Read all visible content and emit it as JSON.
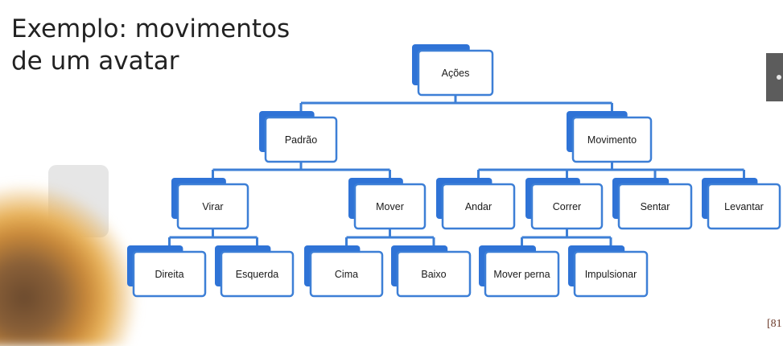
{
  "slide": {
    "title_lines": [
      "Exemplo: movimentos",
      "de um avatar"
    ],
    "page_ref": "[81"
  },
  "colors": {
    "node_border": "#3d7fd6",
    "node_shadow": "#2f73d6",
    "connector": "#3d7fd6"
  },
  "tree": {
    "label": "Ações",
    "children": [
      {
        "label": "Padrão",
        "children": [
          {
            "label": "Virar",
            "children": [
              {
                "label": "Direita"
              },
              {
                "label": "Esquerda"
              }
            ]
          },
          {
            "label": "Mover",
            "children": [
              {
                "label": "Cima"
              },
              {
                "label": "Baixo"
              }
            ]
          }
        ]
      },
      {
        "label": "Movimento",
        "children": [
          {
            "label": "Andar"
          },
          {
            "label": "Correr",
            "children": [
              {
                "label": "Mover perna"
              },
              {
                "label": "Impulsionar"
              }
            ]
          },
          {
            "label": "Sentar"
          },
          {
            "label": "Levantar"
          }
        ]
      }
    ]
  }
}
